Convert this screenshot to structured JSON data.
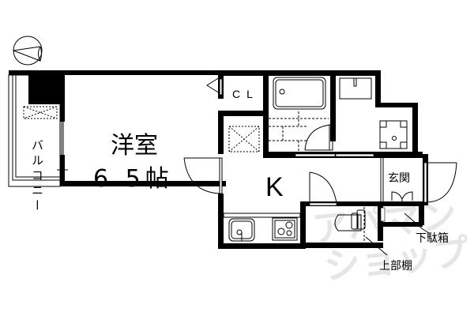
{
  "floor_plan": {
    "rooms": {
      "western_room": {
        "name": "洋室",
        "area": "6.5帖"
      },
      "kitchen": {
        "name": "K"
      },
      "closet": {
        "name": "CL"
      },
      "entrance": {
        "name": "玄関"
      },
      "balcony": {
        "name": "バルコニー"
      }
    },
    "annotations": {
      "shoe_cabinet": "下駄箱",
      "upper_shelf": "上部棚"
    },
    "compass": {
      "icon": "north-arrow-icon"
    },
    "watermark": {
      "line1": "アパマン",
      "line2": "ショップ"
    },
    "colors": {
      "wall": "#000000",
      "background": "#ffffff",
      "watermark": "#e6e6e6"
    }
  }
}
